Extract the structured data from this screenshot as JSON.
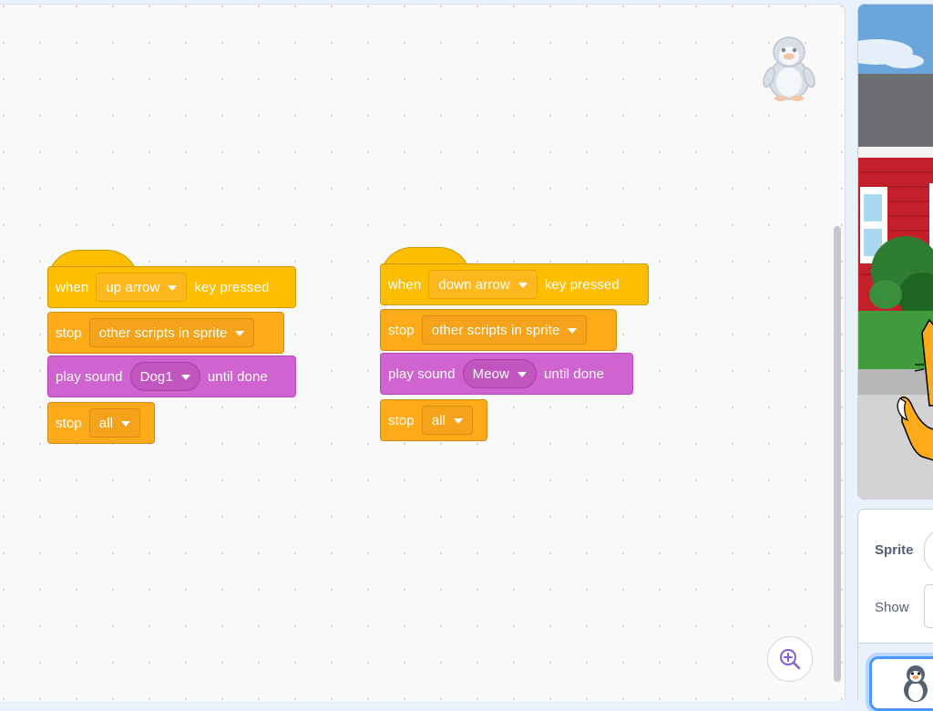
{
  "scripts": [
    {
      "hat": {
        "when": "when",
        "key": "up arrow",
        "suffix": "key pressed"
      },
      "stop1": {
        "label": "stop",
        "option": "other scripts in sprite"
      },
      "sound": {
        "label": "play sound",
        "sound": "Dog1",
        "suffix": "until done"
      },
      "stop2": {
        "label": "stop",
        "option": "all"
      }
    },
    {
      "hat": {
        "when": "when",
        "key": "down arrow",
        "suffix": "key pressed"
      },
      "stop1": {
        "label": "stop",
        "option": "other scripts in sprite"
      },
      "sound": {
        "label": "play sound",
        "sound": "Meow",
        "suffix": "until done"
      },
      "stop2": {
        "label": "stop",
        "option": "all"
      }
    }
  ],
  "sprite_pane": {
    "sprite_label": "Sprite",
    "show_label": "Show"
  },
  "icons": {
    "zoom": "zoom-in-icon",
    "watermark": "penguin-sprite-icon",
    "thumb": "penguin-sprite-thumbnail"
  },
  "colors": {
    "events": "#ffbf00",
    "control": "#ffab19",
    "sound": "#cf63cf",
    "accent": "#4c97ff"
  }
}
